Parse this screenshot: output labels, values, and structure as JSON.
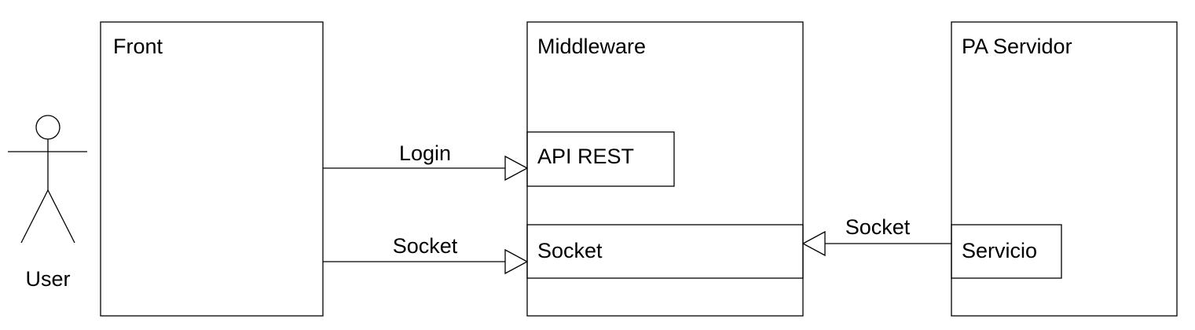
{
  "diagram": {
    "actor": {
      "label": "User"
    },
    "boxes": {
      "front": {
        "title": "Front"
      },
      "middleware": {
        "title": "Middleware",
        "api": "API REST",
        "socket": "Socket"
      },
      "server": {
        "title": "PA Servidor",
        "service": "Servicio"
      }
    },
    "edges": {
      "login": "Login",
      "socket_front": "Socket",
      "socket_server": "Socket"
    },
    "colors": {
      "stroke": "#000000",
      "background": "#ffffff"
    }
  }
}
